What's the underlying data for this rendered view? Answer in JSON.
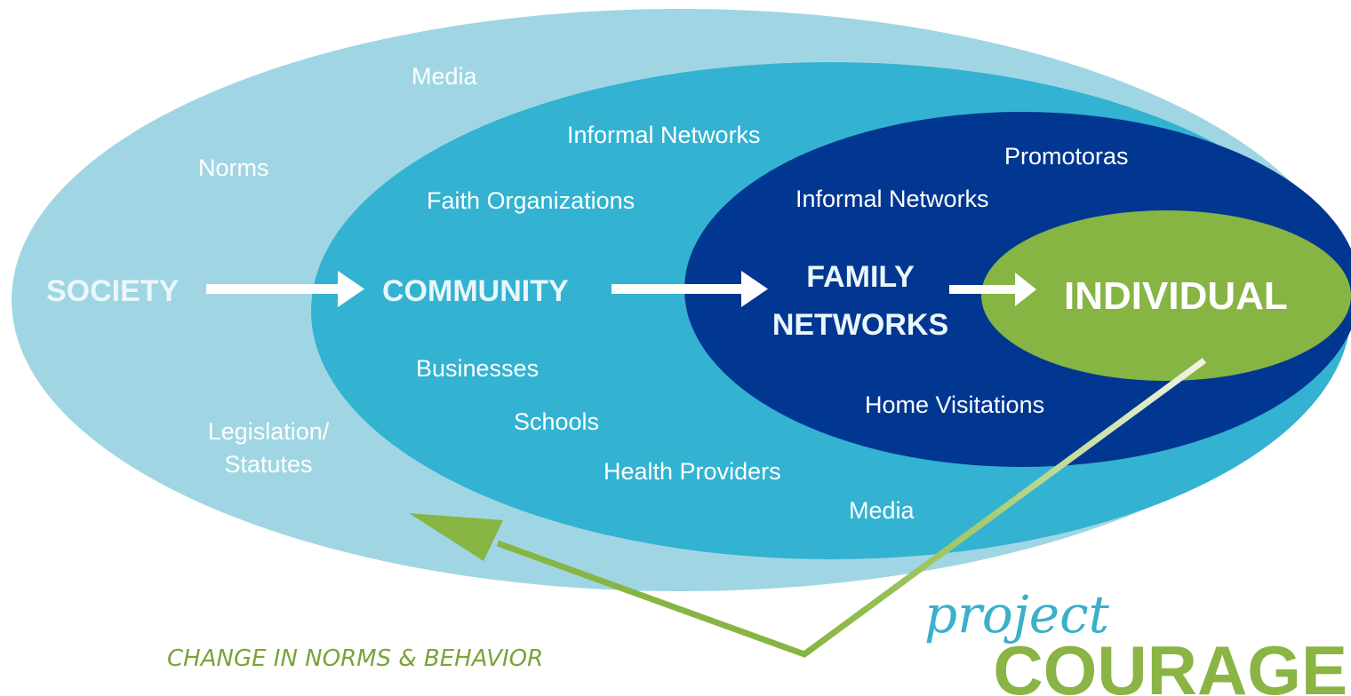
{
  "diagram": {
    "tiers": {
      "society": "SOCIETY",
      "community": "COMMUNITY",
      "family_line1": "FAMILY",
      "family_line2": "NETWORKS",
      "individual": "INDIVIDUAL"
    },
    "society_items": {
      "media": "Media",
      "norms": "Norms",
      "legislation_line1": "Legislation/",
      "legislation_line2": "Statutes"
    },
    "community_items": {
      "informal_networks": "Informal Networks",
      "faith_organizations": "Faith Organizations",
      "businesses": "Businesses",
      "schools": "Schools",
      "health_providers": "Health Providers",
      "media": "Media"
    },
    "family_items": {
      "promotoras": "Promotoras",
      "informal_networks": "Informal Networks",
      "home_visitations": "Home Visitations"
    },
    "tagline": "CHANGE IN NORMS & BEHAVIOR",
    "logo": {
      "script": "project",
      "word": "COURAGE"
    },
    "colors": {
      "society": "#a0d6e3",
      "community": "#33b2d1",
      "family": "#023791",
      "individual": "#86b543",
      "arrow_white": "#ffffff",
      "arrow_green": "#87b443"
    }
  }
}
